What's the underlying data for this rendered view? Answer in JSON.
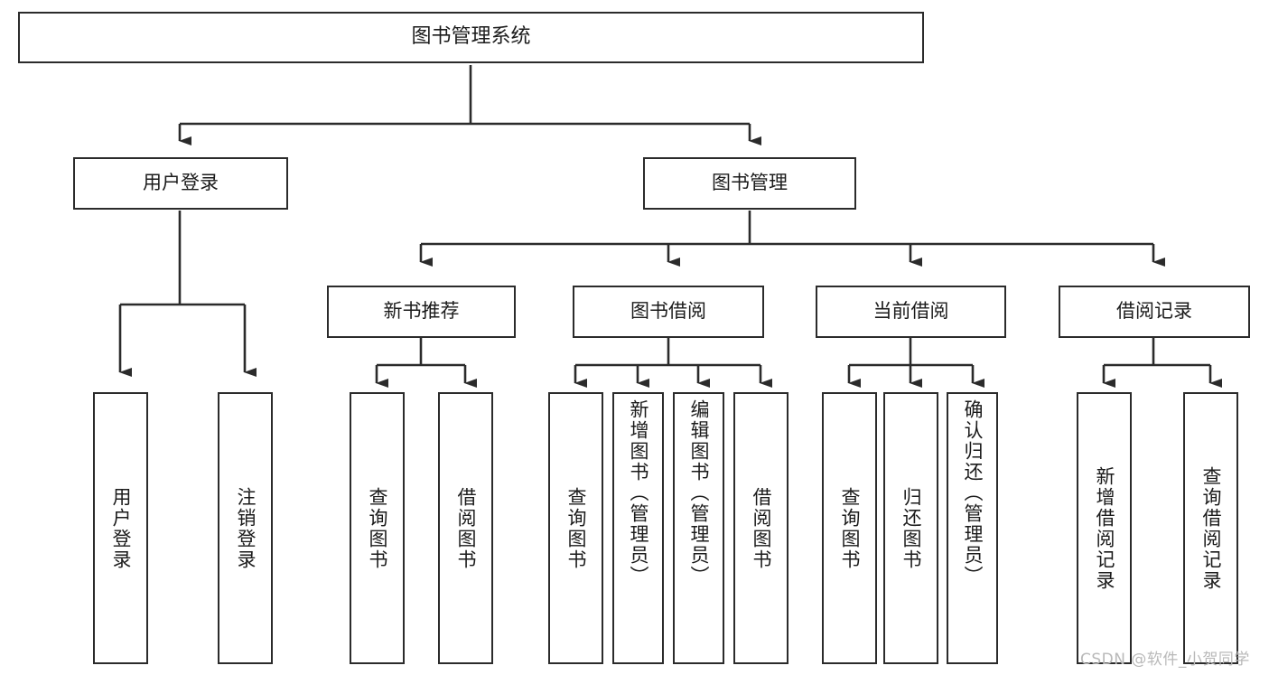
{
  "diagram": {
    "title": "图书管理系统",
    "type": "tree",
    "nodes": {
      "root": {
        "label": "图书管理系统"
      },
      "level2": [
        {
          "id": "user-login",
          "label": "用户登录"
        },
        {
          "id": "book-manage",
          "label": "图书管理"
        }
      ],
      "level3": [
        {
          "id": "new-book-rec",
          "label": "新书推荐",
          "parent": "book-manage"
        },
        {
          "id": "book-borrow",
          "label": "图书借阅",
          "parent": "book-manage"
        },
        {
          "id": "current-borrow",
          "label": "当前借阅",
          "parent": "book-manage"
        },
        {
          "id": "borrow-record",
          "label": "借阅记录",
          "parent": "book-manage"
        }
      ],
      "leaves": [
        {
          "id": "leaf-user-login",
          "label": "用户登录",
          "parent": "user-login"
        },
        {
          "id": "leaf-user-logout",
          "label": "注销登录",
          "parent": "user-login"
        },
        {
          "id": "leaf-query-book-1",
          "label": "查询图书",
          "parent": "new-book-rec"
        },
        {
          "id": "leaf-borrow-book-1",
          "label": "借阅图书",
          "parent": "new-book-rec"
        },
        {
          "id": "leaf-query-book-2",
          "label": "查询图书",
          "parent": "book-borrow"
        },
        {
          "id": "leaf-add-book",
          "label": "新增图书（管理员）",
          "parent": "book-borrow"
        },
        {
          "id": "leaf-edit-book",
          "label": "编辑图书（管理员）",
          "parent": "book-borrow"
        },
        {
          "id": "leaf-borrow-book-2",
          "label": "借阅图书",
          "parent": "book-borrow"
        },
        {
          "id": "leaf-query-book-3",
          "label": "查询图书",
          "parent": "current-borrow"
        },
        {
          "id": "leaf-return-book",
          "label": "归还图书",
          "parent": "current-borrow"
        },
        {
          "id": "leaf-confirm-return",
          "label": "确认归还（管理员）",
          "parent": "current-borrow"
        },
        {
          "id": "leaf-add-record",
          "label": "新增借阅记录",
          "parent": "borrow-record"
        },
        {
          "id": "leaf-query-record",
          "label": "查询借阅记录",
          "parent": "borrow-record"
        }
      ]
    },
    "watermark": "CSDN @软件_小贺同学",
    "colors": {
      "border": "#2b2b2b",
      "background": "#ffffff",
      "text": "#1b1b1b",
      "watermark": "#b9b9b9"
    }
  }
}
